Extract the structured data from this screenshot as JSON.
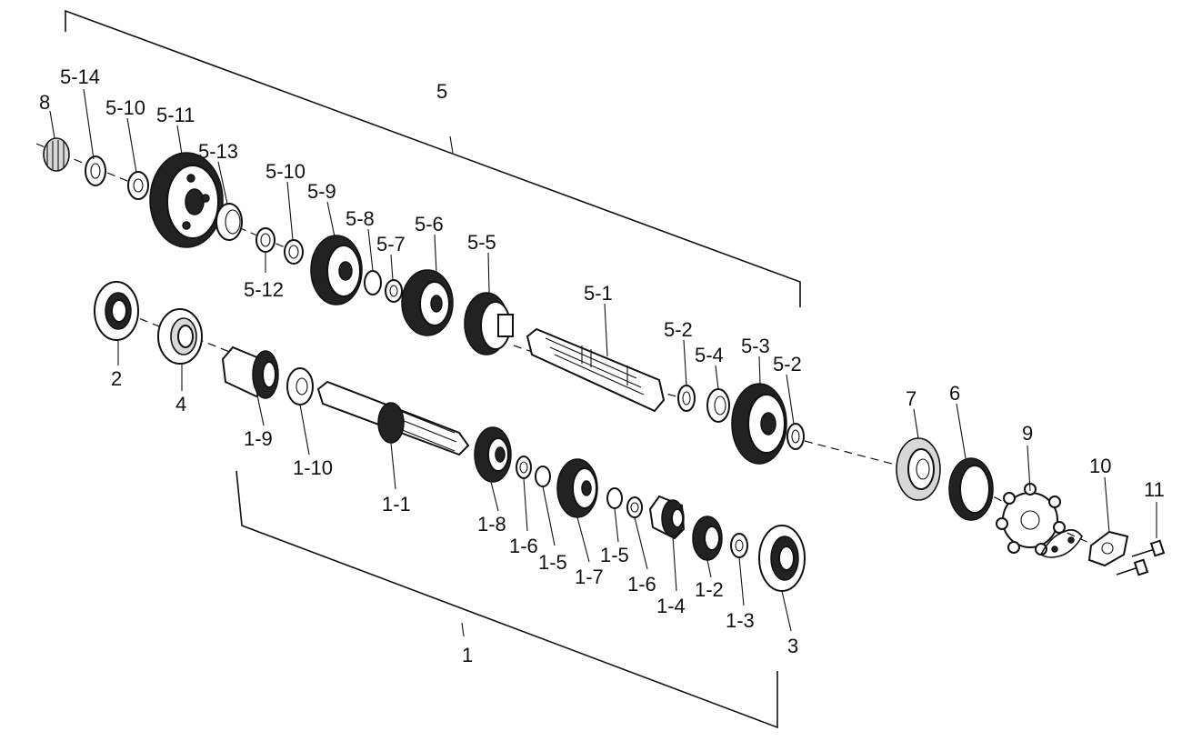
{
  "labels": {
    "l5_14": "5-14",
    "l8": "8",
    "l5_10a": "5-10",
    "l5_11": "5-11",
    "l5_13": "5-13",
    "l5": "5",
    "l5_10b": "5-10",
    "l5_9": "5-9",
    "l5_12": "5-12",
    "l5_8": "5-8",
    "l5_7": "5-7",
    "l5_6": "5-6",
    "l5_5": "5-5",
    "l5_1": "5-1",
    "l5_2a": "5-2",
    "l5_4": "5-4",
    "l5_3": "5-3",
    "l5_2b": "5-2",
    "l2": "2",
    "l4": "4",
    "l1_9": "1-9",
    "l1_10": "1-10",
    "l1_1": "1-1",
    "l1_8": "1-8",
    "l1_6a": "1-6",
    "l1_5a": "1-5",
    "l1_7": "1-7",
    "l1_5b": "1-5",
    "l1_6b": "1-6",
    "l1_4": "1-4",
    "l1_2": "1-2",
    "l1_3": "1-3",
    "l3": "3",
    "l1": "1",
    "l7": "7",
    "l6": "6",
    "l9": "9",
    "l10": "10",
    "l11": "11"
  }
}
